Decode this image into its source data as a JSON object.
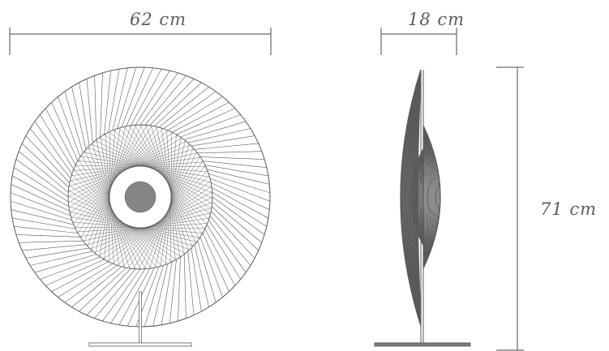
{
  "dimensions": {
    "width_label": "62 cm",
    "depth_label": "18 cm",
    "height_label": "71 cm"
  },
  "colors": {
    "line": "#5a5a5a",
    "dim_line": "#4a4a4a",
    "label": "#5b5b5b"
  }
}
